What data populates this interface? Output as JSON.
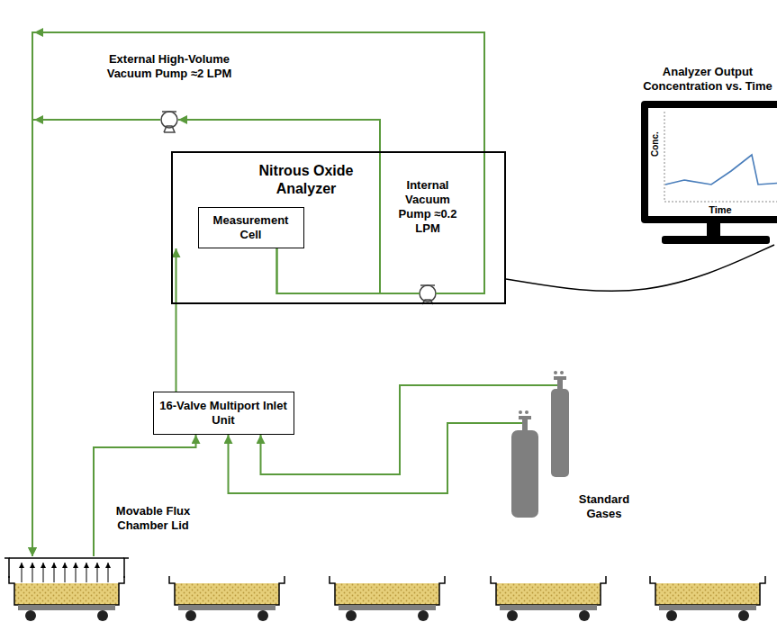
{
  "diagram": {
    "nodes": [
      {
        "text": [
          "Nitrous Oxide Analyzer"
        ]
      },
      {
        "text": [
          "Measurement Cell"
        ],
        "in": 0
      },
      {
        "text": [
          "Internal Vacuum Pump ≈0.2 LPM"
        ],
        "in": 0
      },
      {
        "text": [
          "External High-Volume Vacuum Pump ≈2 LPM"
        ]
      },
      {
        "text": [
          "16-Valve Multiport Inlet Unit"
        ]
      },
      {
        "text": [
          "Standard Gases"
        ]
      },
      {
        "text": [
          "Movable Flux Chamber Lid"
        ]
      },
      {
        "text": [
          "Analyzer Output Concentration vs. Time",
          "Conc.",
          "Time"
        ]
      }
    ],
    "edges": [
      {
        "from": 6,
        "to": 4,
        "arrow": "to"
      },
      {
        "from": 5,
        "to": 4,
        "arrow": "to"
      },
      {
        "from": 5,
        "to": 4,
        "arrow": "to"
      },
      {
        "from": 4,
        "to": 1,
        "arrow": "to"
      },
      {
        "from": 1,
        "to": 2,
        "arrow": "none"
      },
      {
        "from": 1,
        "to": 3,
        "arrow": "to"
      },
      {
        "from": 3,
        "to": 6,
        "arrow": "to"
      },
      {
        "from": 2,
        "to": 6,
        "arrow": "to"
      },
      {
        "from": 0,
        "to": 7,
        "arrow": "none"
      }
    ]
  }
}
